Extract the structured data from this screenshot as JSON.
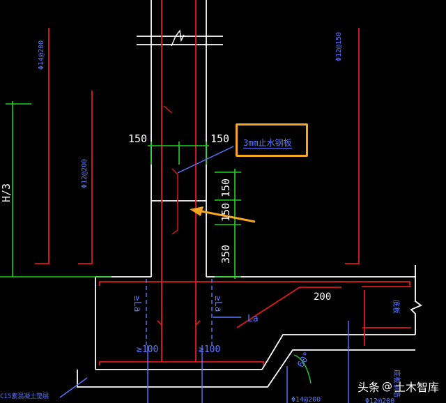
{
  "drawing": {
    "dims": {
      "left_150": "150",
      "right_150": "150",
      "v_150_top": "150",
      "v_150_mid": "150",
      "v_350": "350",
      "h_over_3": "H/3",
      "len_200": "200",
      "lap_la": "La",
      "anchor_left": "≥La",
      "anchor_right": "≥La",
      "hook_left": "≥100",
      "hook_right": "≥100",
      "angle": "60°"
    },
    "rebar_labels": {
      "upper_left": "Φ14@200",
      "mid_left": "Φ12@200",
      "upper_right": "Φ12@150",
      "bottom_center": "Φ14@200",
      "bottom_right": "Φ12@200"
    },
    "notes": {
      "waterstop": "3mm止水钢板",
      "base_slab": "底板",
      "slab_rebar": "底板钢筋",
      "cushion": "C15素混凝土垫层"
    },
    "colors": {
      "background": "#000000",
      "outline": "#ffffff",
      "rebar": "#e11a1a",
      "dimension": "#1fd21f",
      "text_blue": "#5a78ff",
      "callout": "#f5a623"
    }
  },
  "watermark": {
    "brand": "头条",
    "at": "@",
    "account": "土木智库"
  }
}
